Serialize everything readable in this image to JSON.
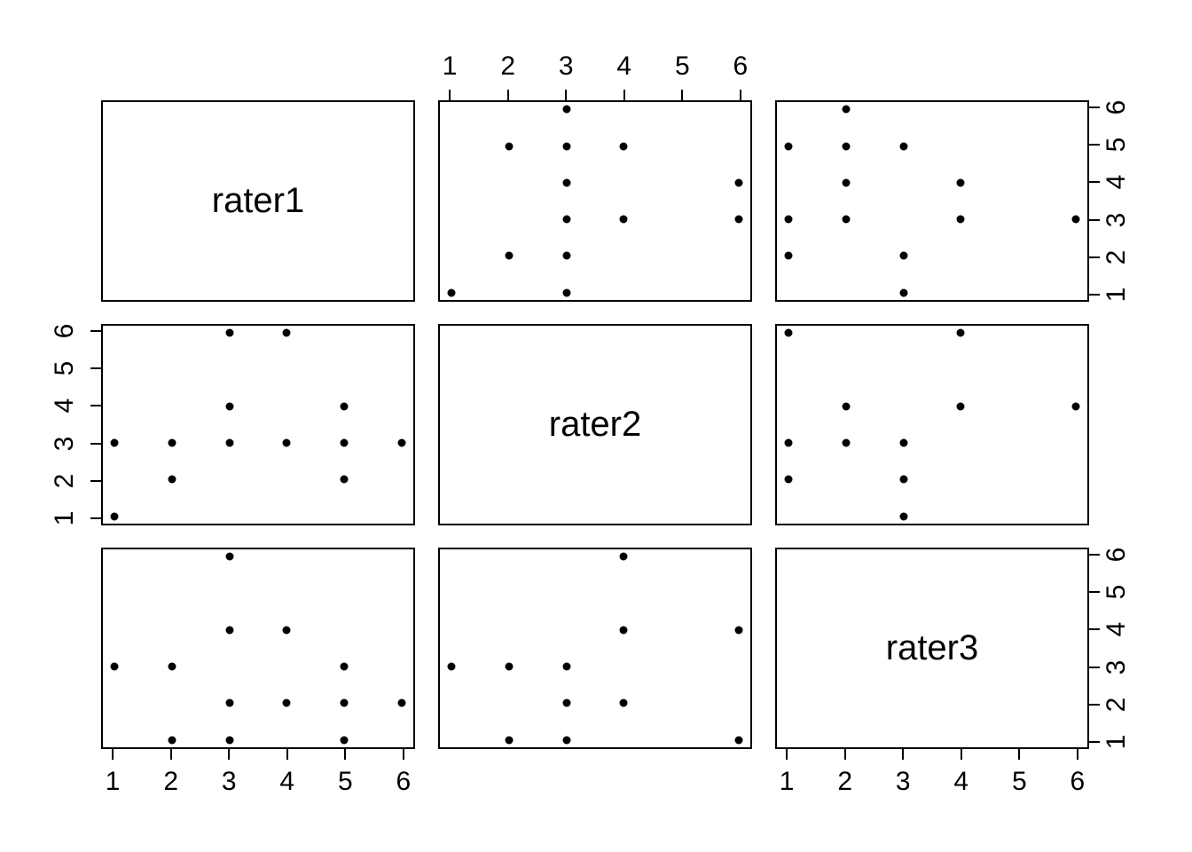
{
  "chart_data": {
    "type": "scatter",
    "subtype": "pairs_matrix",
    "title": "",
    "variables": [
      "rater1",
      "rater2",
      "rater3"
    ],
    "axes": {
      "ticks": [
        1,
        2,
        3,
        4,
        5,
        6
      ],
      "range": [
        0.8,
        6.2
      ],
      "grid": "off",
      "tick_label_sides": [
        "top of row1-col2",
        "right of row1-col3",
        "left of row2-col1",
        "bottom of row3-col1",
        "right of row3-col3",
        "bottom of row3-col3"
      ]
    },
    "point_color": "#000000",
    "frame_color": "#000000",
    "background_color": "#ffffff",
    "panels": {
      "row1_col2": {
        "x": "rater2",
        "y": "rater1",
        "points": [
          [
            1,
            1
          ],
          [
            2,
            2
          ],
          [
            2,
            5
          ],
          [
            3,
            1
          ],
          [
            3,
            2
          ],
          [
            3,
            3
          ],
          [
            3,
            4
          ],
          [
            3,
            5
          ],
          [
            3,
            6
          ],
          [
            4,
            3
          ],
          [
            4,
            5
          ],
          [
            6,
            3
          ],
          [
            6,
            4
          ]
        ]
      },
      "row1_col3": {
        "x": "rater3",
        "y": "rater1",
        "points": [
          [
            1,
            2
          ],
          [
            1,
            3
          ],
          [
            1,
            5
          ],
          [
            2,
            3
          ],
          [
            2,
            4
          ],
          [
            2,
            5
          ],
          [
            2,
            6
          ],
          [
            3,
            1
          ],
          [
            3,
            2
          ],
          [
            3,
            5
          ],
          [
            4,
            3
          ],
          [
            4,
            4
          ],
          [
            6,
            3
          ]
        ]
      },
      "row2_col1": {
        "x": "rater1",
        "y": "rater2",
        "points": [
          [
            1,
            1
          ],
          [
            1,
            3
          ],
          [
            2,
            2
          ],
          [
            2,
            3
          ],
          [
            3,
            3
          ],
          [
            3,
            4
          ],
          [
            3,
            6
          ],
          [
            4,
            3
          ],
          [
            4,
            6
          ],
          [
            5,
            2
          ],
          [
            5,
            3
          ],
          [
            5,
            4
          ],
          [
            6,
            3
          ]
        ]
      },
      "row2_col3": {
        "x": "rater3",
        "y": "rater2",
        "points": [
          [
            1,
            2
          ],
          [
            1,
            3
          ],
          [
            1,
            6
          ],
          [
            2,
            3
          ],
          [
            2,
            4
          ],
          [
            3,
            1
          ],
          [
            3,
            2
          ],
          [
            3,
            3
          ],
          [
            4,
            4
          ],
          [
            4,
            6
          ],
          [
            6,
            4
          ]
        ]
      },
      "row3_col1": {
        "x": "rater1",
        "y": "rater3",
        "points": [
          [
            1,
            3
          ],
          [
            2,
            1
          ],
          [
            2,
            3
          ],
          [
            3,
            1
          ],
          [
            3,
            2
          ],
          [
            3,
            4
          ],
          [
            3,
            6
          ],
          [
            4,
            2
          ],
          [
            4,
            4
          ],
          [
            5,
            1
          ],
          [
            5,
            2
          ],
          [
            5,
            3
          ],
          [
            6,
            2
          ]
        ]
      },
      "row3_col2": {
        "x": "rater2",
        "y": "rater3",
        "points": [
          [
            1,
            3
          ],
          [
            2,
            1
          ],
          [
            2,
            3
          ],
          [
            3,
            1
          ],
          [
            3,
            2
          ],
          [
            3,
            3
          ],
          [
            4,
            2
          ],
          [
            4,
            4
          ],
          [
            4,
            6
          ],
          [
            6,
            1
          ],
          [
            6,
            4
          ]
        ]
      }
    }
  }
}
